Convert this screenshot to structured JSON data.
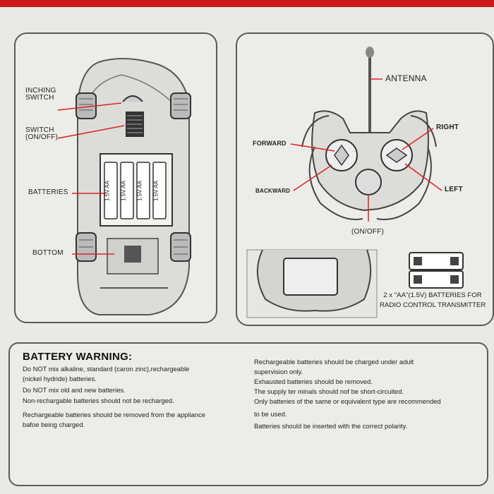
{
  "car_diagram": {
    "labels": {
      "inching_switch": "INCHING\nSWITCH",
      "switch_on_off": "SWITCH\n(ON/OFF)",
      "batteries": "BATTERIES",
      "bottom": "BOTTOM"
    },
    "battery_text": [
      "1.5V AA",
      "1.5V AA",
      "1.5V AA",
      "1.5V AA"
    ]
  },
  "remote_diagram": {
    "labels": {
      "antenna": "ANTENNA",
      "right": "RIGHT",
      "forward": "FORWARD",
      "backward": "BACKWARD",
      "left": "LEFT",
      "on_off": "(ON/OFF)"
    },
    "battery_caption_1": "2 x \"AA\"(1.5V) BATTERIES FOR",
    "battery_caption_2": "RADIO CONTROL TRANSMITTER"
  },
  "warning": {
    "title": "BATTERY WARNING:",
    "left_lines": [
      "Do NOT mix alkaline, standard (caron zinc),rechargeable",
      "(nickel hydride) batteries.",
      "Do NOT mix old and new batteries.",
      "Non-rechargable batteries should not be recharged.",
      "Rechargeable batteries should be removed from the appliance",
      "bafoe being charged."
    ],
    "right_lines": [
      "Rechargeable batteries should be charged under adult",
      "supervision only.",
      "Exhausted batteries should be removed.",
      "The supply ter minals should nof be short-circuited.",
      "Only batteries of the same or equivalent type are recommended",
      "to be used.",
      "Batteries should be inserted with the correct polarity."
    ]
  }
}
